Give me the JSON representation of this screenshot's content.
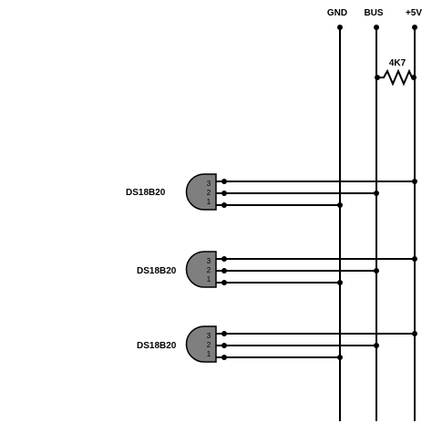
{
  "rails": {
    "gnd_label": "GND",
    "bus_label": "BUS",
    "vcc_label": "+5V"
  },
  "resistor": {
    "value_label": "4K7"
  },
  "sensors": [
    {
      "label": "DS18B20",
      "pins": [
        "3",
        "2",
        "1"
      ]
    },
    {
      "label": "DS18B20",
      "pins": [
        "3",
        "2",
        "1"
      ]
    },
    {
      "label": "DS18B20",
      "pins": [
        "3",
        "2",
        "1"
      ]
    }
  ]
}
